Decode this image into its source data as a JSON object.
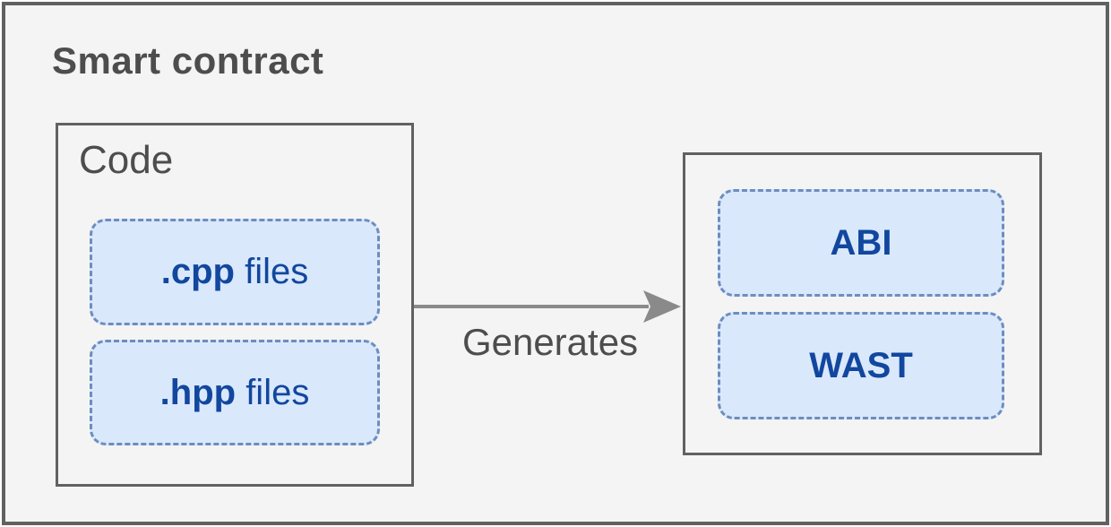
{
  "diagram": {
    "title": "Smart contract",
    "code_group": {
      "label": "Code",
      "items": [
        {
          "bold": ".cpp",
          "rest": " files"
        },
        {
          "bold": ".hpp",
          "rest": " files"
        }
      ]
    },
    "arrow_label": "Generates",
    "output_group": {
      "items": [
        "ABI",
        "WAST"
      ]
    },
    "colors": {
      "canvas_background": "#f4f4f4",
      "frame_border": "#616161",
      "group_box_border": "#616161",
      "dashed_node_border": "#6c8ebf",
      "dashed_node_fill": "#dae8fc",
      "node_text": "#11479e",
      "label_text": "#4d4d4d",
      "arrow": "#8a8a8a"
    }
  }
}
